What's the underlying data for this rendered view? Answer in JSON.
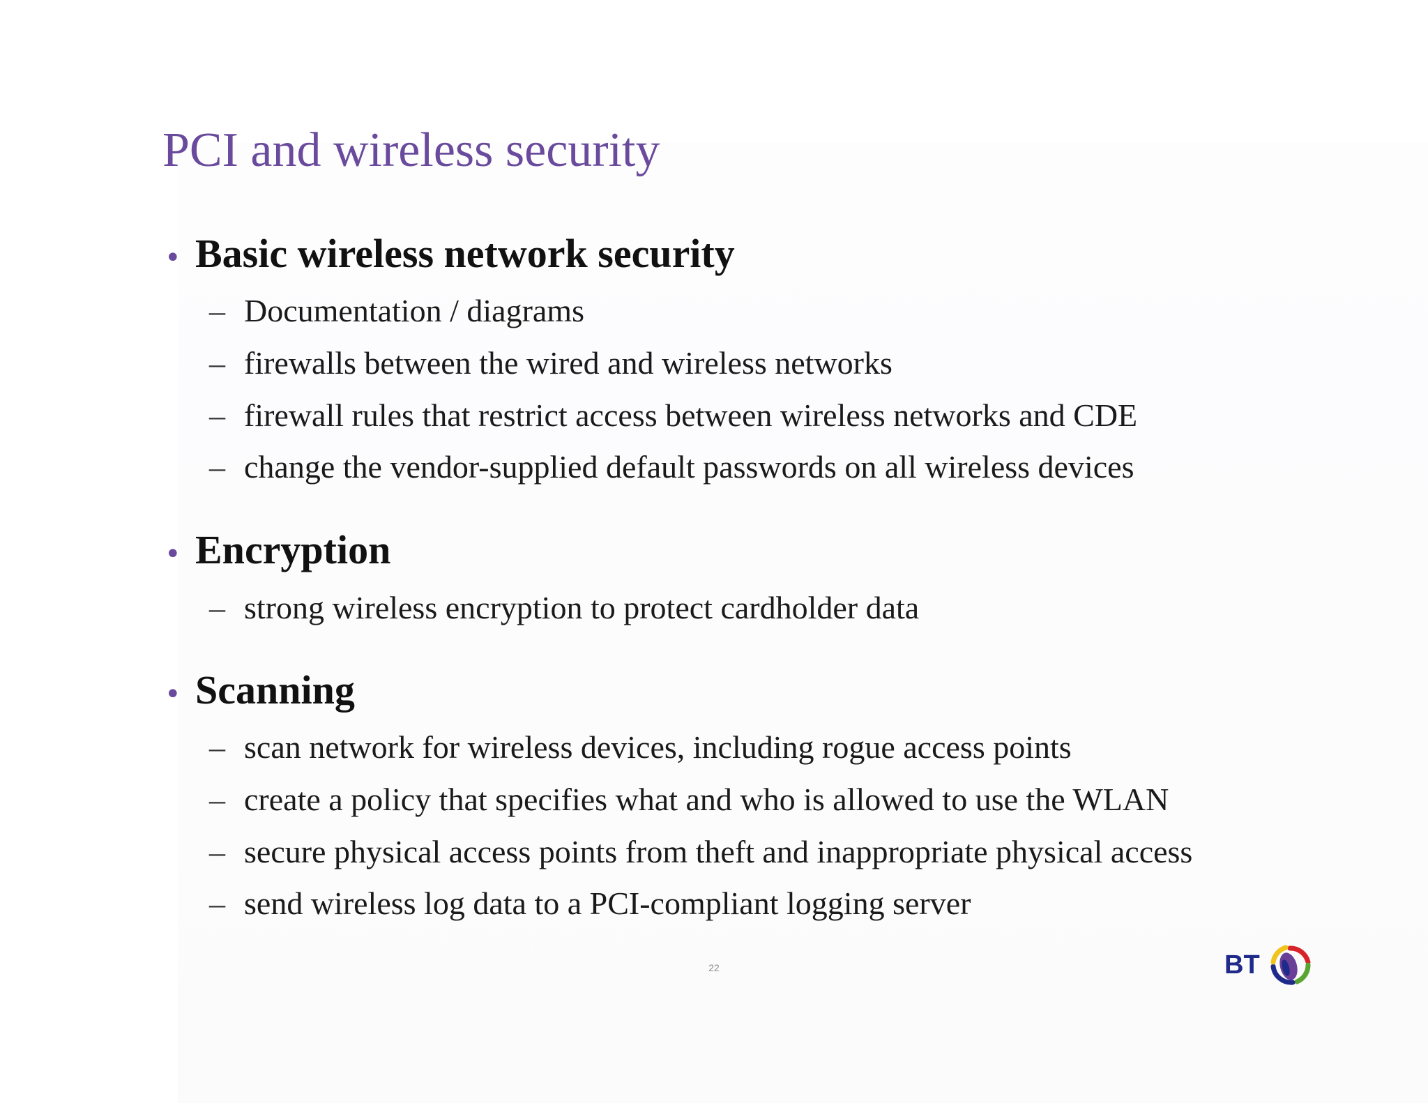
{
  "slide": {
    "title": "PCI and wireless security",
    "sections": [
      {
        "heading": "Basic wireless network security",
        "items": [
          "Documentation / diagrams",
          "firewalls between the wired and wireless networks",
          "firewall rules that restrict access between wireless networks and CDE",
          "change the vendor-supplied default passwords on all wireless devices"
        ]
      },
      {
        "heading": "Encryption",
        "items": [
          "strong wireless encryption to protect cardholder data"
        ]
      },
      {
        "heading": "Scanning",
        "items": [
          "scan network for wireless devices, including rogue access points",
          "create a policy that specifies what and who is allowed to use the WLAN",
          "secure physical access points from theft and inappropriate physical access",
          "send wireless log data to a PCI-compliant logging server"
        ]
      }
    ],
    "bullet_glyph": "•",
    "dash_glyph": "–",
    "page_number": "22",
    "logo_text": "BT"
  },
  "colors": {
    "title": "#6a4a9c",
    "bullet": "#6a4a9c",
    "body_text": "#111111",
    "logo_blue": "#1f2a8a",
    "logo_red": "#d8232a",
    "logo_yellow": "#f2c31b",
    "logo_green": "#5aa532",
    "logo_purple": "#6a3f97"
  }
}
